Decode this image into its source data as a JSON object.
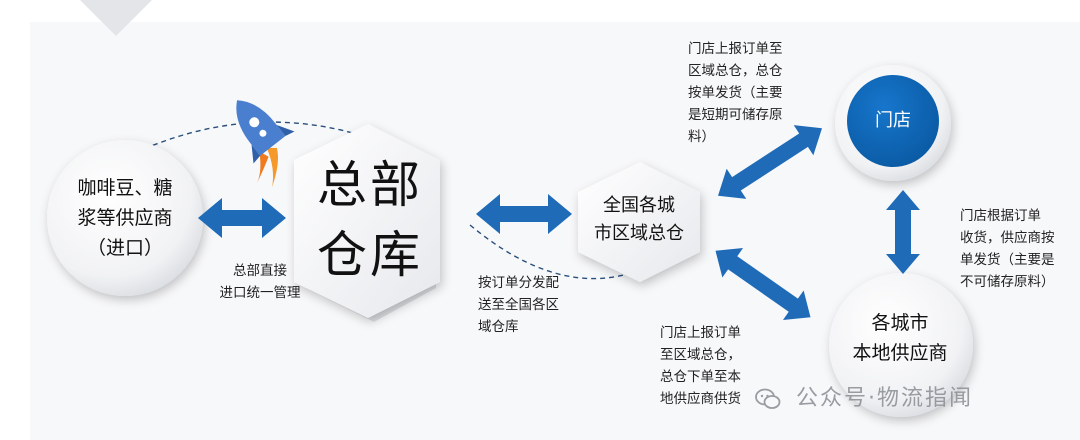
{
  "nodes": {
    "supplier_import": {
      "lines": [
        "咖啡豆、糖",
        "浆等供应商",
        "（进口）"
      ]
    },
    "hq_warehouse": {
      "lines": [
        "总部",
        "仓库"
      ]
    },
    "regional_warehouse": {
      "lines": [
        "全国各城",
        "市区域总仓"
      ]
    },
    "store": {
      "label": "门店"
    },
    "local_supplier": {
      "lines": [
        "各城市",
        "本地供应商"
      ]
    }
  },
  "notes": {
    "hq_import": [
      "总部直接",
      "进口统一管理"
    ],
    "dispatch": [
      "按订单分发配",
      "送至全国各区",
      "域仓库"
    ],
    "store_to_regional": [
      "门店上报订单至",
      "区域总仓，总仓",
      "按单发货（主要",
      "是短期可储存原",
      "料）"
    ],
    "store_to_local": [
      "门店根据订单",
      "收货，供应商按",
      "单发货（主要是",
      "不可储存原料）"
    ],
    "regional_to_local": [
      "门店上报订单",
      "至区域总仓，",
      "总仓下单至本",
      "地供应商供货"
    ]
  },
  "watermark": "公众号·物流指闻",
  "colors": {
    "arrow": "#1f6bb8",
    "store_fill": "#0b63b3",
    "dashed": "#2a4f7a",
    "rocket_body": "#4a7fd0",
    "rocket_flame": "#f07a1e"
  },
  "icons": [
    "rocket-icon",
    "wechat-icon"
  ]
}
